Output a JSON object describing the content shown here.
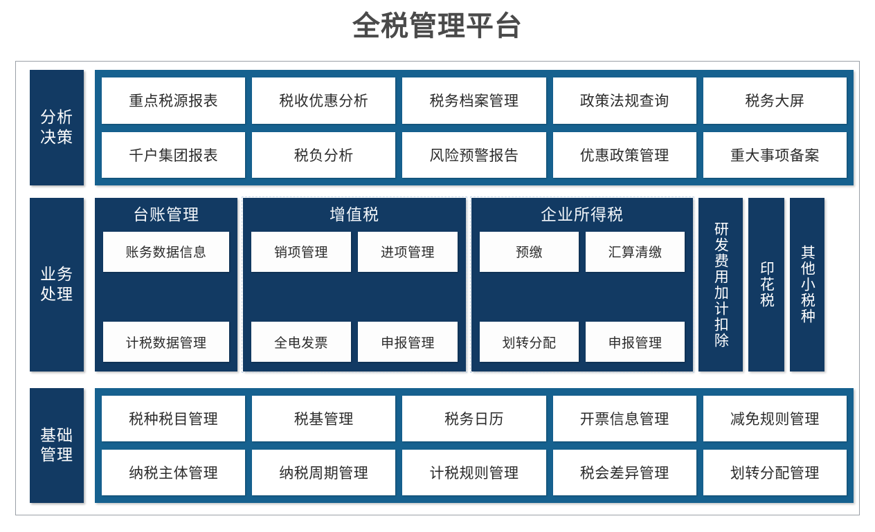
{
  "title": "全税管理平台",
  "colors": {
    "title_text": "#4a4a4a",
    "band_blue": "#16618F",
    "panel_navy": "#123A63",
    "tile_white": "#FFFFFF",
    "frame_border": "#9AA0A6"
  },
  "sections": {
    "analysis": {
      "label": "分析\n决策",
      "label_line1": "分析",
      "label_line2": "决策",
      "rows": [
        [
          "重点税源报表",
          "税收优惠分析",
          "税务档案管理",
          "政策法规查询",
          "税务大屏"
        ],
        [
          "千户集团报表",
          "税负分析",
          "风险预警报告",
          "优惠政策管理",
          "重大事项备案"
        ]
      ]
    },
    "business": {
      "label_line1": "业务",
      "label_line2": "处理",
      "groups": [
        {
          "title": "台账管理",
          "rows": [
            [
              "账务数据信息"
            ],
            [
              "计税数据管理"
            ]
          ]
        },
        {
          "title": "增值税",
          "rows": [
            [
              "销项管理",
              "进项管理"
            ],
            [
              "全电发票",
              "申报管理"
            ]
          ]
        },
        {
          "title": "企业所得税",
          "rows": [
            [
              "预缴",
              "汇算清缴"
            ],
            [
              "划转分配",
              "申报管理"
            ]
          ]
        }
      ],
      "vertical_items": [
        "研发费用加计扣除",
        "印花税",
        "其他小税种"
      ]
    },
    "foundation": {
      "label_line1": "基础",
      "label_line2": "管理",
      "rows": [
        [
          "税种税目管理",
          "税基管理",
          "税务日历",
          "开票信息管理",
          "减免规则管理"
        ],
        [
          "纳税主体管理",
          "纳税周期管理",
          "计税规则管理",
          "税会差异管理",
          "划转分配管理"
        ]
      ]
    }
  }
}
